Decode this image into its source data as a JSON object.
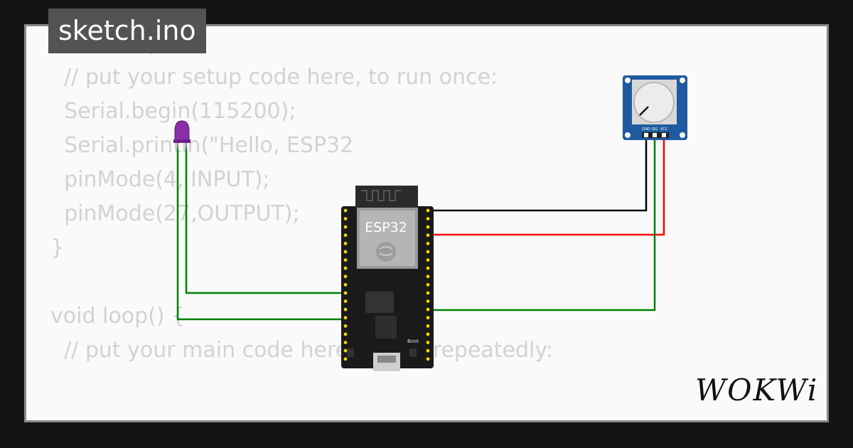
{
  "tab": {
    "title": "sketch.ino"
  },
  "code_lines": [
    "void setup() {",
    "  // put your setup code here, to run once:",
    "  Serial.begin(115200);",
    "  Serial.println(\"Hello, ESP32",
    "  pinMode(4, INPUT);",
    "  pinMode(27,OUTPUT);",
    "}",
    "",
    "void loop() {",
    "  // put your main code here, to run repeatedly:"
  ],
  "board": {
    "label": "ESP32",
    "boot_label": "Boot"
  },
  "pot": {
    "pin_labels": [
      "GND",
      "SIG",
      "VCC"
    ]
  },
  "brand": {
    "logo": "WOKWi"
  },
  "colors": {
    "background": "#141414",
    "canvas": "#fafafa",
    "wire_gnd": "#000000",
    "wire_vcc": "#ff0000",
    "wire_signal": "#008000",
    "led": "#8b2fa8",
    "pot_board": "#1f5aa0"
  }
}
